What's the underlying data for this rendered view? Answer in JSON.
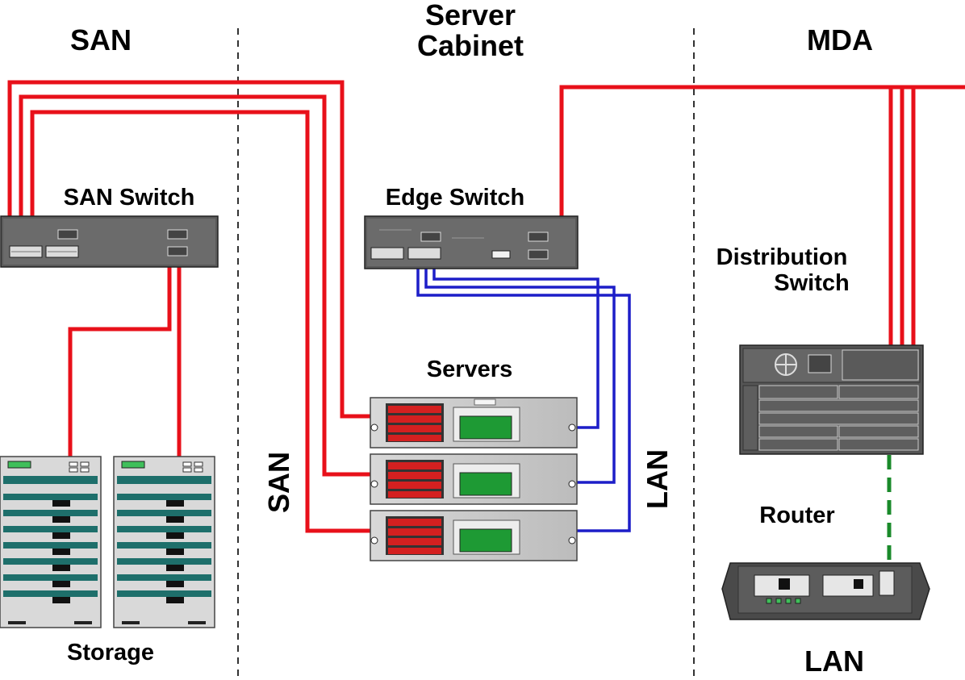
{
  "zones": {
    "san": "SAN",
    "server_cabinet_line1": "Server",
    "server_cabinet_line2": "Cabinet",
    "mda": "MDA"
  },
  "devices": {
    "san_switch": "SAN Switch",
    "edge_switch": "Edge Switch",
    "servers": "Servers",
    "distribution_switch_line1": "Distribution",
    "distribution_switch_line2": "Switch",
    "router": "Router",
    "storage": "Storage"
  },
  "side_labels": {
    "san_vertical": "SAN",
    "lan_vertical": "LAN",
    "lan_bottom": "LAN"
  },
  "colors": {
    "san_link": "#e8101a",
    "lan_link": "#1d1ec8",
    "wan_link": "#1a8a2a"
  }
}
